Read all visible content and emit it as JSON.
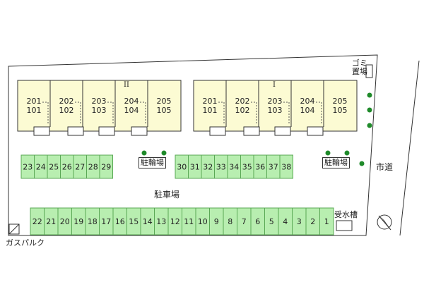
{
  "map": {
    "lot_label": "駐車場",
    "road_label": "市道",
    "gas_label": "ガスパルク",
    "water_tank_label": "受水槽",
    "garbage_label": "ゴミ置場"
  },
  "buildings": [
    {
      "name": "II",
      "units": [
        {
          "upper": "201",
          "lower": "101"
        },
        {
          "upper": "202",
          "lower": "102"
        },
        {
          "upper": "203",
          "lower": "103"
        },
        {
          "upper": "204",
          "lower": "104"
        },
        {
          "upper": "205",
          "lower": "105"
        }
      ]
    },
    {
      "name": "I",
      "units": [
        {
          "upper": "201",
          "lower": "101"
        },
        {
          "upper": "202",
          "lower": "102"
        },
        {
          "upper": "203",
          "lower": "103"
        },
        {
          "upper": "204",
          "lower": "104"
        },
        {
          "upper": "205",
          "lower": "105"
        }
      ]
    }
  ],
  "bike_parking": [
    {
      "label": "駐輪場"
    },
    {
      "label": "駐輪場"
    }
  ],
  "parking_rows": {
    "upper_left": [
      "23",
      "24",
      "25",
      "26",
      "27",
      "28",
      "29"
    ],
    "upper_right": [
      "30",
      "31",
      "32",
      "33",
      "34",
      "35",
      "36",
      "37",
      "38"
    ],
    "bottom": [
      "22",
      "21",
      "20",
      "19",
      "18",
      "17",
      "16",
      "15",
      "14",
      "13",
      "12",
      "11",
      "10",
      "9",
      "8",
      "7",
      "6",
      "5",
      "4",
      "3",
      "2",
      "1"
    ]
  },
  "colors": {
    "building_fill": "#fcfbd3",
    "parking_fill": "#b8eeb0",
    "parking_stroke": "#5aa855",
    "tree": "#1f8a2a",
    "outline": "#333333"
  }
}
